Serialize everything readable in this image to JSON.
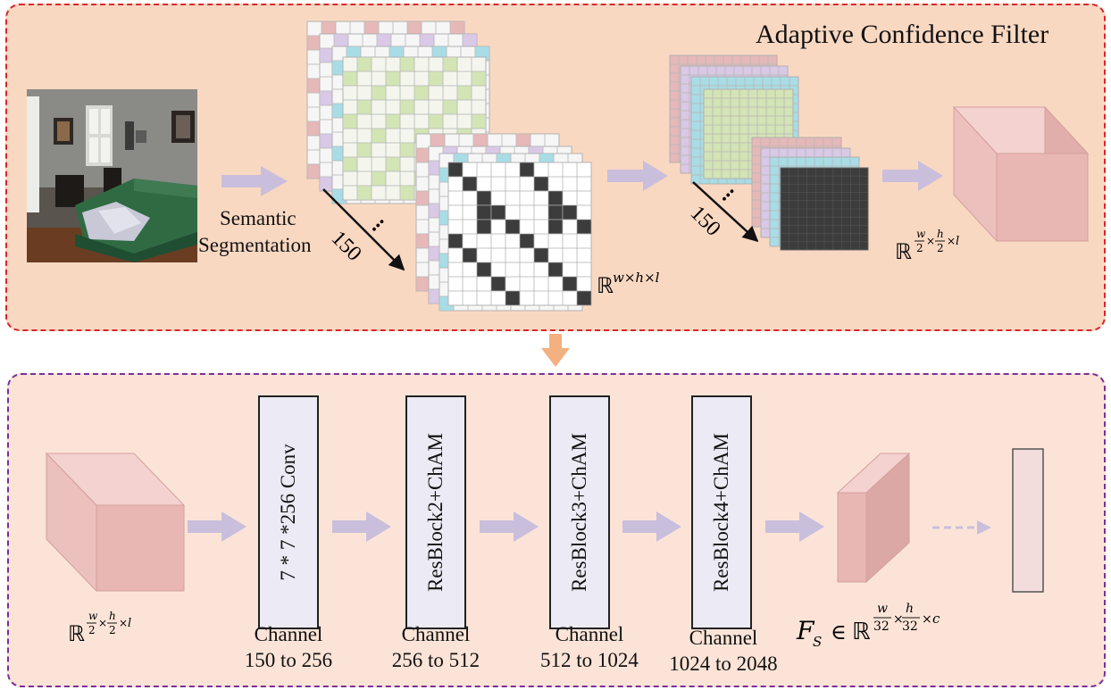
{
  "title": "Adaptive Confidence Filter",
  "segmentation_label_line1": "Semantic",
  "segmentation_label_line2": "Segmentation",
  "depth_count_1": "150",
  "depth_count_2": "150",
  "ellipsis": "...",
  "dim_whl": {
    "base": "ℝ",
    "sup": "w×h×l"
  },
  "dim_half": {
    "base": "ℝ",
    "w": "w",
    "h": "h",
    "den": "2",
    "l": "l",
    "times": "×"
  },
  "blocks": [
    {
      "label": "7 * 7 *256 Conv",
      "caption_line1": "Channel",
      "caption_line2": "150 to 256"
    },
    {
      "label": "ResBlock2+ChAM",
      "caption_line1": "Channel",
      "caption_line2": "256 to 512"
    },
    {
      "label": "ResBlock3+ChAM",
      "caption_line1": "Channel",
      "caption_line2": "512 to 1024"
    },
    {
      "label": "ResBlock4+ChAM",
      "caption_line1": "Channel",
      "caption_line2": "1024 to 2048"
    }
  ],
  "feature": {
    "F": "F",
    "sub": "S",
    "in": "∈",
    "base": "ℝ",
    "w": "w",
    "h": "h",
    "den": "32",
    "c": "c",
    "times": "×"
  },
  "colors": {
    "top_panel_bg": "#f9d8c2",
    "top_panel_border": "#d9262b",
    "bottom_panel_bg": "#fbe4d7",
    "bottom_panel_border": "#7b2f99",
    "arrow": "#c9bedc",
    "cube": "#e8b6b3",
    "down_arrow": "#f4b07f",
    "class_grid_1": "#e6b8b8",
    "class_grid_2": "#d9c8e6",
    "class_grid_3": "#a8dde6",
    "class_grid_4": "#d3e4b5",
    "mask_dark": "#3c3c3c"
  }
}
